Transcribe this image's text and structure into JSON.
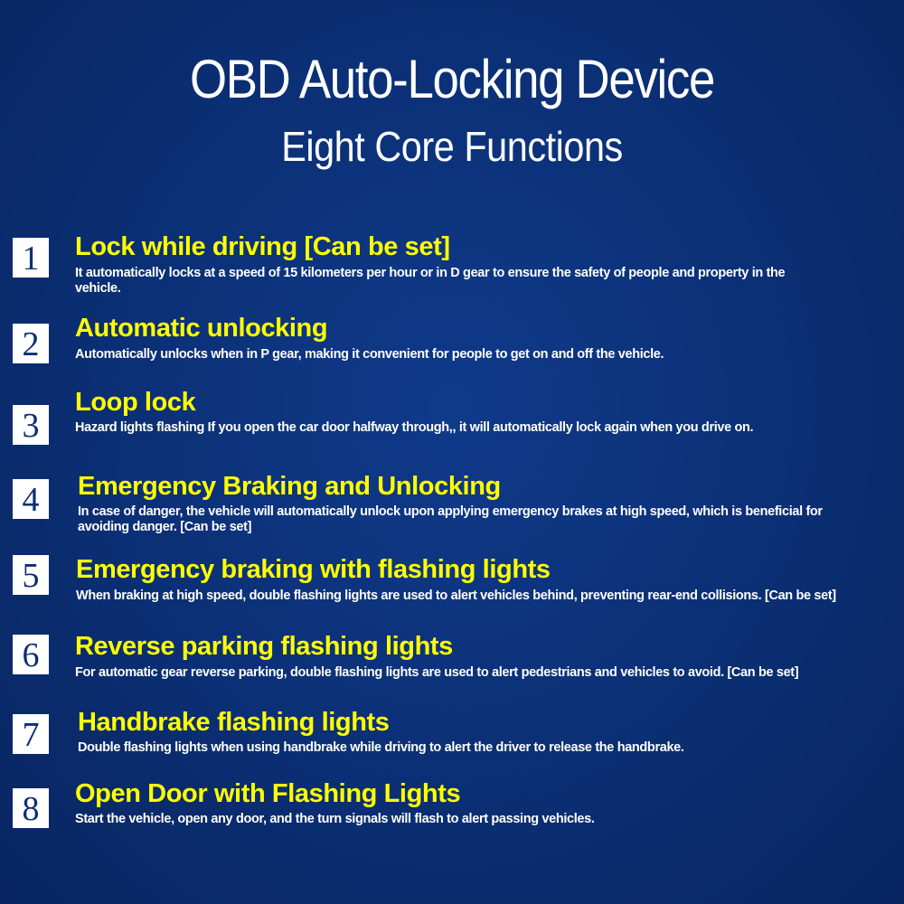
{
  "header": {
    "title": "OBD Auto-Locking Device",
    "subtitle": "Eight Core Functions"
  },
  "functions": [
    {
      "number": "1",
      "title": "Lock while driving  [Can be set]",
      "description": "It automatically locks at a speed of 15 kilometers per hour or in D gear to ensure the safety of people and property in the vehicle."
    },
    {
      "number": "2",
      "title": "Automatic unlocking",
      "description": "Automatically unlocks when in P gear,  making it convenient for people to get on and off the vehicle."
    },
    {
      "number": "3",
      "title": "Loop lock",
      "description": "Hazard lights flashing If you open the car door halfway through,, it will automatically lock again when you drive on."
    },
    {
      "number": "4",
      "title": "Emergency Braking and Unlocking",
      "description": "In case of danger, the vehicle will automatically unlock upon applying emergency brakes at high speed, which is beneficial for avoiding danger. [Can be set]"
    },
    {
      "number": "5",
      "title": "Emergency braking with flashing lights",
      "description": "When braking at high speed, double flashing lights are used to alert vehicles behind, preventing rear-end collisions. [Can be set]"
    },
    {
      "number": "6",
      "title": "Reverse parking flashing lights",
      "description": "For automatic gear reverse parking, double flashing lights are used to alert pedestrians and vehicles to avoid. [Can be set]"
    },
    {
      "number": "7",
      "title": "Handbrake flashing lights",
      "description": "Double flashing lights when using handbrake while driving to alert the driver to release the handbrake."
    },
    {
      "number": "8",
      "title": "Open Door with Flashing Lights",
      "description": "Start the vehicle, open any door, and the turn signals will flash to alert passing vehicles."
    }
  ],
  "colors": {
    "background": "#0b2f74",
    "heading": "#ffff00",
    "text": "#ffffff"
  }
}
